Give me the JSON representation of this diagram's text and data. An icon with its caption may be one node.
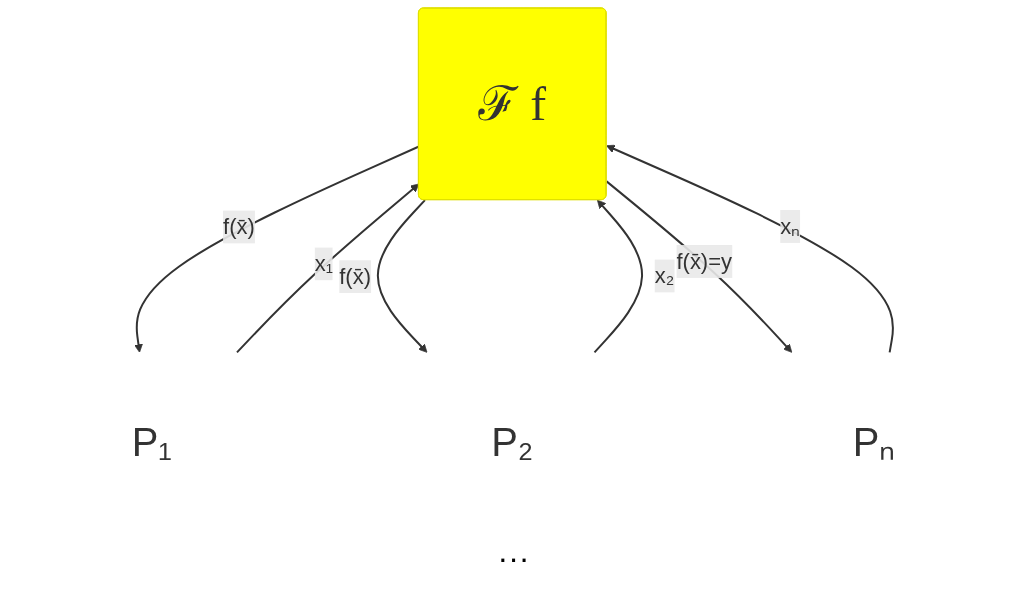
{
  "diagram": {
    "nodes": [
      {
        "text": [
          "ℱ f"
        ]
      },
      {
        "text": [
          "P₁"
        ]
      },
      {
        "text": [
          "P₂"
        ]
      },
      {
        "text": [
          "Pₙ"
        ]
      }
    ],
    "edges": [
      {
        "from": 1,
        "to": 0,
        "arrow": "to",
        "label": "x₁"
      },
      {
        "from": 0,
        "to": 1,
        "arrow": "to",
        "label": "f(x̄)"
      },
      {
        "from": 2,
        "to": 0,
        "arrow": "to",
        "label": "x₂"
      },
      {
        "from": 0,
        "to": 2,
        "arrow": "to",
        "label": "f(x̄)"
      },
      {
        "from": 3,
        "to": 0,
        "arrow": "to",
        "label": "xₙ"
      },
      {
        "from": 0,
        "to": 3,
        "arrow": "to",
        "label": "f(x̄)=y"
      }
    ],
    "labels": [
      "···"
    ]
  }
}
